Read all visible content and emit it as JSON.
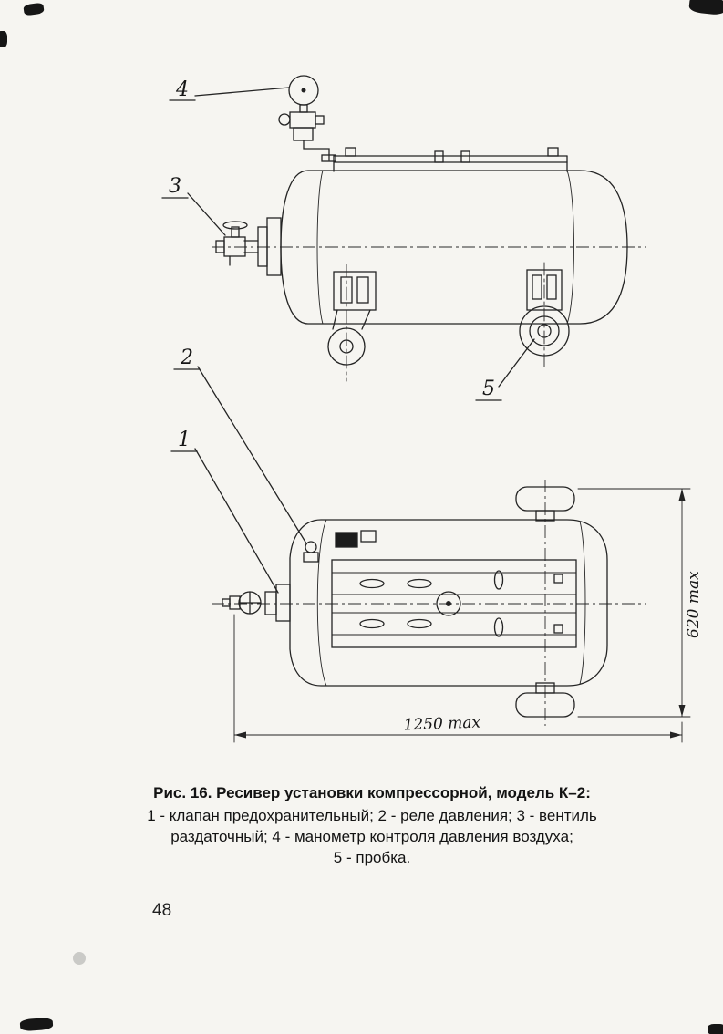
{
  "colors": {
    "paper": "#f6f5f1",
    "ink": "#1b1b1b"
  },
  "figure": {
    "callouts": {
      "c1": "1",
      "c2": "2",
      "c3": "3",
      "c4": "4",
      "c5": "5"
    },
    "dimensions": {
      "length": "1250 max",
      "height": "620 max"
    },
    "caption": {
      "title": "Рис. 16. Ресивер установки компрессорной, модель К–2:",
      "line2": "1 - клапан предохранительный; 2 - реле давления; 3 - вентиль",
      "line3": "раздаточный; 4 - манометр контроля давления воздуха;",
      "line4": "5 - пробка."
    }
  },
  "page": {
    "number": "48"
  }
}
